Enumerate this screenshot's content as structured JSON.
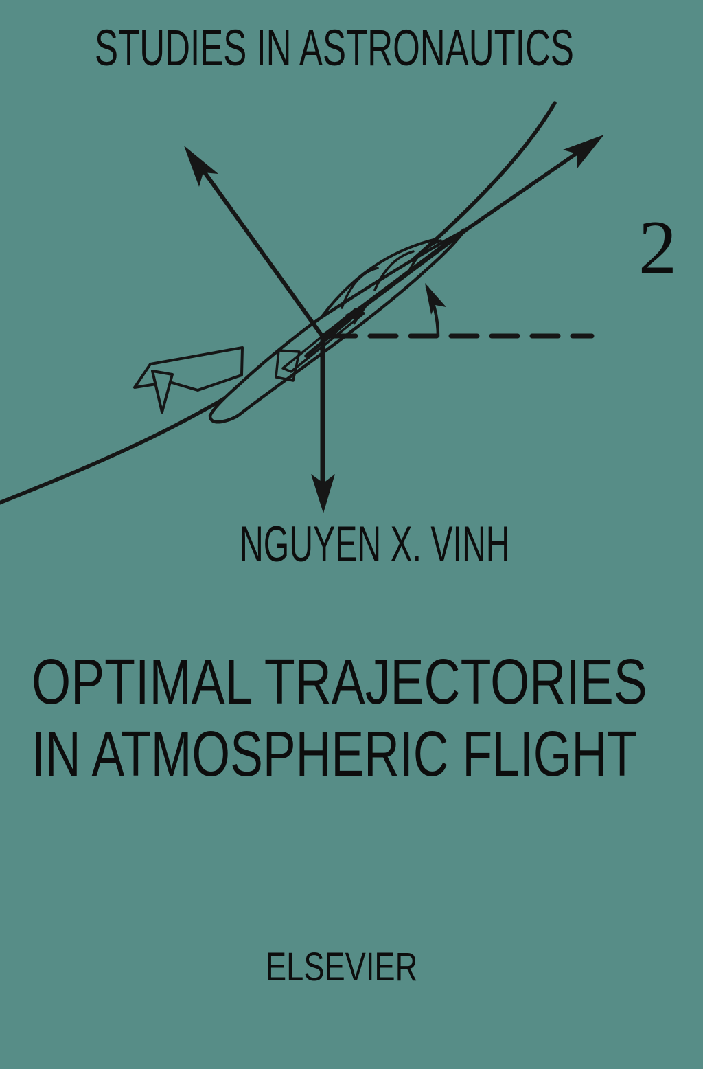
{
  "cover": {
    "background_color": "#578d87",
    "text_color": "#0d0d0d",
    "ink_color": "#161616",
    "series_title": "STUDIES IN ASTRONAUTICS",
    "volume_number": "2",
    "author": "NGUYEN X. VINH",
    "title_line1": "OPTIMAL TRAJECTORIES",
    "title_line2": "IN ATMOSPHERIC FLIGHT",
    "publisher": "ELSEVIER",
    "illustration": {
      "description": "Black line drawing of a jet aircraft pitched nose-up on a curved flight path, with an up-left lift arrow, an up-right velocity arrow along the body axis, a downward weight arrow, a small thrust arrow inside the fuselage, a dashed horizontal reference line and an arc marking the flight-path angle"
    }
  }
}
